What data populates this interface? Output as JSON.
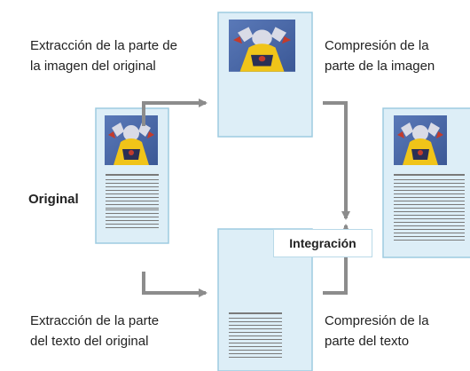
{
  "labels": {
    "extract_image": [
      "Extracción de la parte de",
      "la imagen del original"
    ],
    "compress_image": [
      "Compresión de la",
      "parte de la imagen"
    ],
    "original": "Original",
    "integration": "Integración",
    "extract_text": [
      "Extracción de la parte",
      "del texto del original"
    ],
    "compress_text": [
      "Compresión de la",
      "parte del texto"
    ]
  },
  "colors": {
    "page_fill": "#ddeef7",
    "page_border": "#9dcbe0",
    "arrow": "#8c8c8c",
    "text_line": "#7a7a7a"
  },
  "icons": {
    "photo": "photo-thumbnail-icon",
    "arrow": "arrow-icon"
  }
}
